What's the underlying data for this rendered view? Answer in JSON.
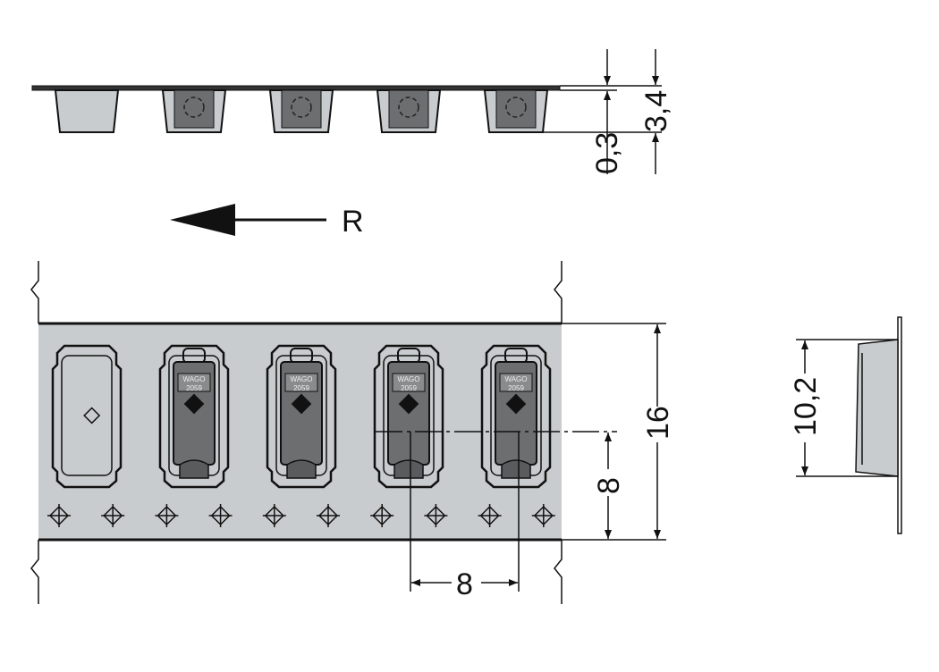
{
  "labels": {
    "thickness": "0,3",
    "height": "3,4",
    "direction": "R",
    "pitch": "8",
    "offset": "8",
    "tape_width": "16",
    "side_width": "10,2"
  },
  "component": {
    "brand": "WAGO",
    "part": "2059"
  },
  "pocket_count": 5,
  "colors": {
    "tape": "#c9ccce",
    "component": "#6d6e70",
    "line": "#1a1a1a"
  }
}
